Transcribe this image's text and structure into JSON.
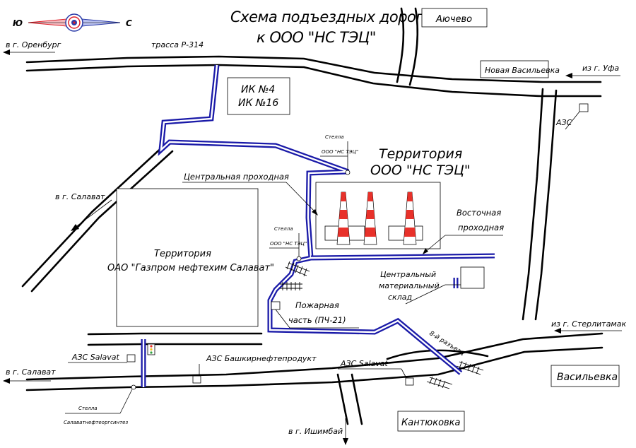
{
  "title": {
    "line1": "Схема подъездных дорог",
    "line2": "к ООО \"НС ТЭЦ\""
  },
  "compass": {
    "south": "Ю",
    "north": "С"
  },
  "roads": {
    "orenburg": "в г. Оренбург",
    "highway": "трасса Р-314",
    "ufa": "из г. Уфа",
    "salavat_ne": "в г. Салават",
    "salavat_sw": "в г. Салават",
    "sterlitamak": "из г. Стерлитамак",
    "ishimbay": "в г. Ишимбай"
  },
  "villages": {
    "aychevo": "Аючево",
    "novaya_vasilevka": "Новая Васильевка",
    "vasilevka": "Васильевка",
    "kantyukovka": "Кантюковка"
  },
  "sites": {
    "ik": [
      "ИК №4",
      "ИК №16"
    ],
    "tec_territory": [
      "Территория",
      "ООО \"НС ТЭЦ\""
    ],
    "gazprom_territory": [
      "Территория",
      "ОАО \"Газпром нефтехим Салават\""
    ],
    "central_checkpoint": "Центральная проходная",
    "east_checkpoint": [
      "Восточная",
      "проходная"
    ],
    "material_warehouse": [
      "Центральный",
      "материальный",
      "склад"
    ],
    "fire_station": [
      "Пожарная",
      "часть (ПЧ-21)"
    ],
    "crossing": "8-й разъезд"
  },
  "stations": {
    "azs_top": "АЗС",
    "azs_salavat_left": "АЗС Salavat",
    "azs_salavat_right": "АЗС Salavat",
    "azs_bashkir": "АЗС Башкирнефтепродукт"
  },
  "steles": {
    "stele1": [
      "Стелла",
      "ООО \"НС ТЭЦ\""
    ],
    "stele2": [
      "Стелла",
      "ООО \"НС ТЭЦ\""
    ],
    "stele3": [
      "Стелла",
      "Салаватнефтеоргсинтез"
    ]
  },
  "colors": {
    "route": "#1a1aa8",
    "road": "#000000",
    "chimney_red": "#e8312a",
    "compass_red": "#e0202a",
    "compass_blue": "#2a3aa8"
  },
  "icons": {
    "compass": "compass-rose-icon",
    "chimney": "chimney-icon",
    "traffic_light": "traffic-light-icon"
  }
}
